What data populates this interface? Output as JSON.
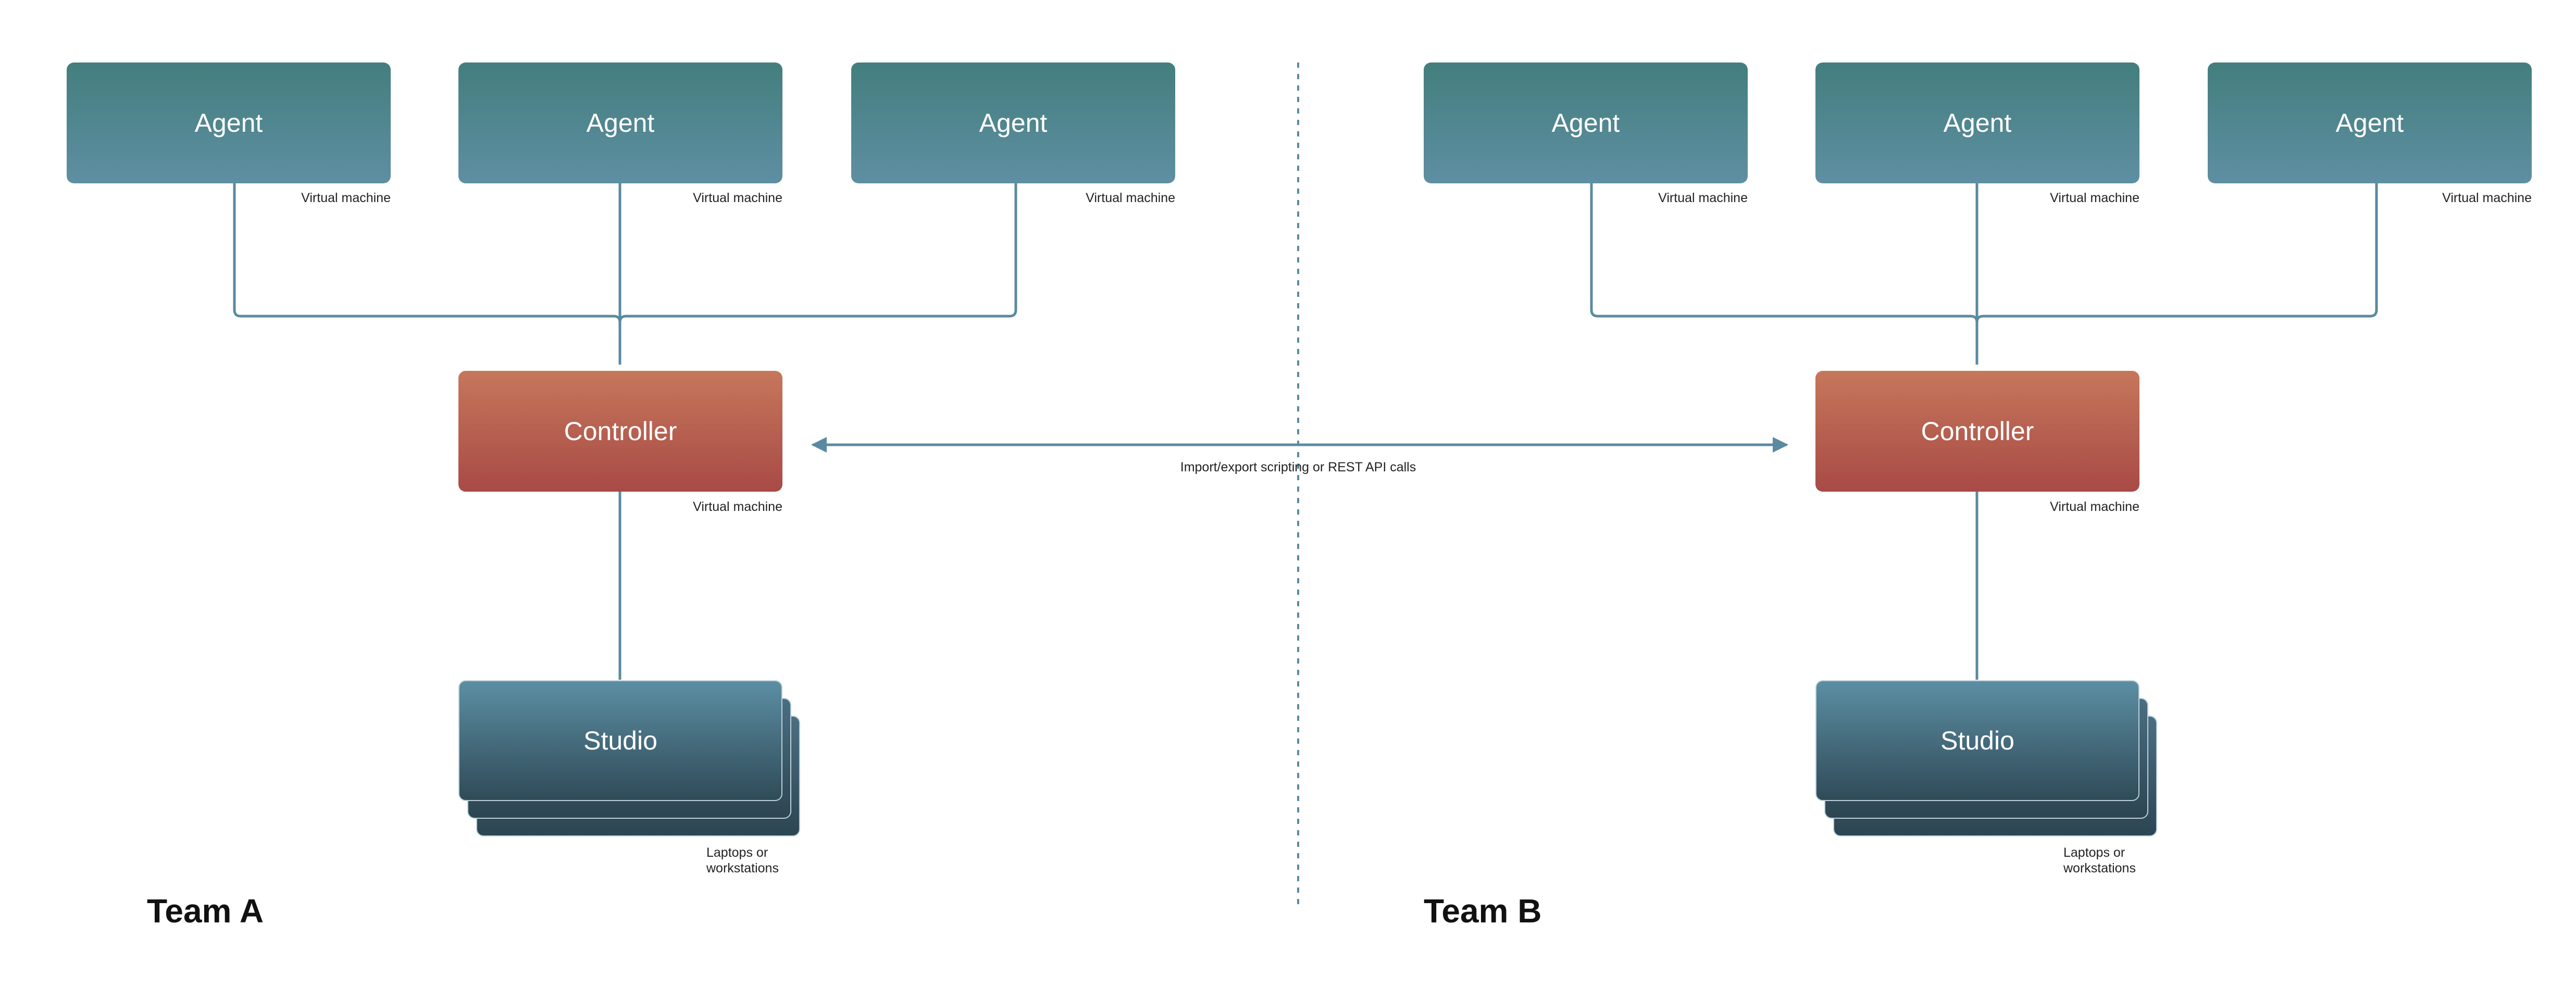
{
  "colors": {
    "connector": "#5a8aa0",
    "divider": "#5a8aa0",
    "agent": [
      "#437e7d",
      "#5e8fa3"
    ],
    "controller": [
      "#c6775b",
      "#a84a46"
    ],
    "studio": [
      "#5c8ea3",
      "#2f4b58"
    ]
  },
  "team_a": {
    "title": "Team A",
    "agents": [
      {
        "label": "Agent",
        "caption": "Virtual machine"
      },
      {
        "label": "Agent",
        "caption": "Virtual machine"
      },
      {
        "label": "Agent",
        "caption": "Virtual machine"
      }
    ],
    "controller": {
      "label": "Controller",
      "caption": "Virtual machine"
    },
    "studio": {
      "label": "Studio",
      "caption_line1": "Laptops or",
      "caption_line2": "workstations"
    }
  },
  "team_b": {
    "title": "Team B",
    "agents": [
      {
        "label": "Agent",
        "caption": "Virtual machine"
      },
      {
        "label": "Agent",
        "caption": "Virtual machine"
      },
      {
        "label": "Agent",
        "caption": "Virtual machine"
      }
    ],
    "controller": {
      "label": "Controller",
      "caption": "Virtual machine"
    },
    "studio": {
      "label": "Studio",
      "caption_line1": "Laptops or",
      "caption_line2": "workstations"
    }
  },
  "link": {
    "label": "Import/export scripting or REST API calls"
  }
}
